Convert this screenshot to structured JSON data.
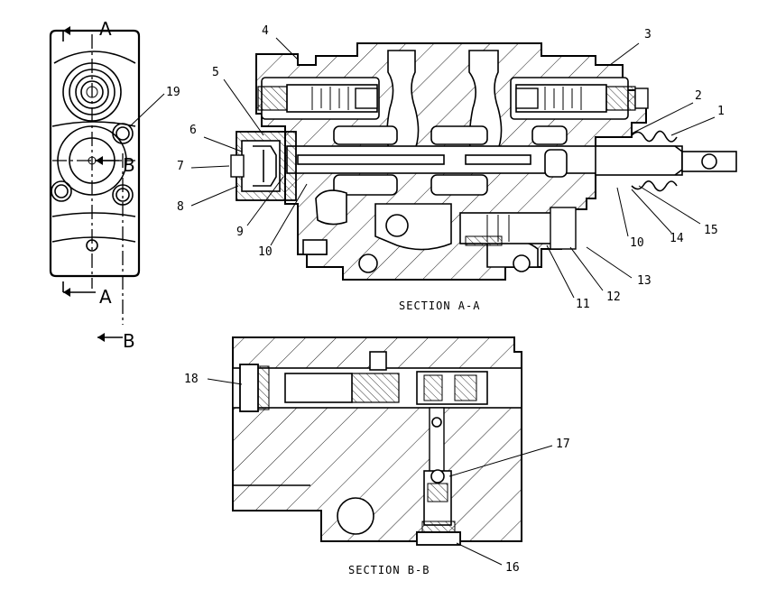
{
  "end_view": {
    "cut_letter_a_top": "A",
    "cut_letter_a_bottom": "A",
    "cut_letter_b_mid": "B",
    "cut_letter_b_bottom": "B"
  },
  "section_aa": {
    "title": "SECTION A-A",
    "callouts": [
      "1",
      "2",
      "3",
      "4",
      "5",
      "6",
      "7",
      "8",
      "9",
      "10",
      "10",
      "11",
      "12",
      "13",
      "14",
      "15"
    ]
  },
  "section_bb": {
    "title": "SECTION B-B",
    "callouts": [
      "16",
      "17",
      "18"
    ]
  },
  "end_view_callout": "19"
}
